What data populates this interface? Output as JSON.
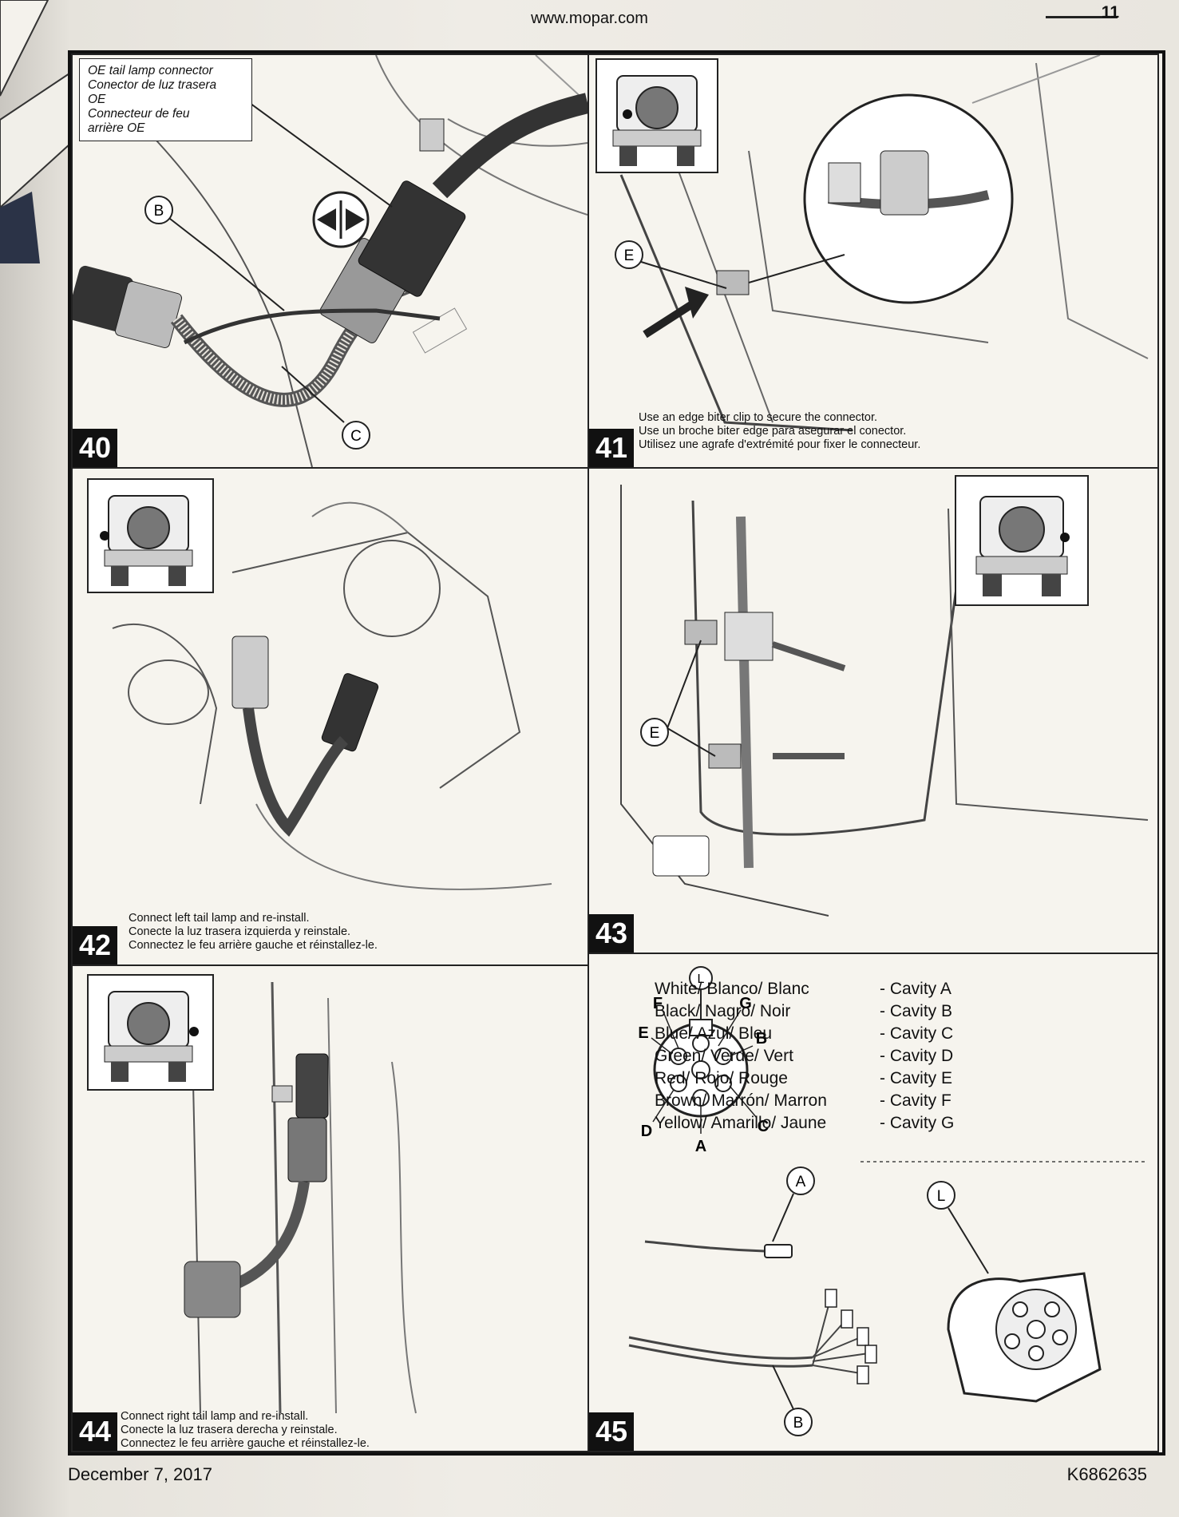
{
  "header": {
    "site": "www.mopar.com",
    "page_number": "11"
  },
  "steps": [
    {
      "number": "40",
      "callouts": [
        "B",
        "C"
      ],
      "connector_label": [
        "OE tail lamp connector",
        "Conector de luz trasera",
        "OE",
        "Connecteur de feu",
        "arrière OE"
      ]
    },
    {
      "number": "41",
      "callouts": [
        "E"
      ],
      "caption": [
        "Use an edge biter clip to secure the connector.",
        "Use un broche biter edge para asegurar el conector.",
        "Utilisez une agrafe d'extrémité pour fixer le connecteur."
      ]
    },
    {
      "number": "42",
      "caption": [
        "Connect left tail lamp and re-install.",
        "Conecte la luz trasera izquierda y reinstale.",
        "Connectez le feu arrière gauche et réinstallez-le."
      ]
    },
    {
      "number": "43",
      "callouts": [
        "E"
      ]
    },
    {
      "number": "44",
      "caption": [
        "Connect right tail lamp and re-install.",
        "Conecte la luz trasera derecha y reinstale.",
        "Connectez le feu arrière gauche et réinstallez-le."
      ]
    },
    {
      "number": "45",
      "callouts": [
        "A",
        "B",
        "L"
      ]
    }
  ],
  "cavity_diagram": {
    "letters": [
      "L",
      "F",
      "G",
      "E",
      "B",
      "D",
      "C",
      "A"
    ]
  },
  "wire_legend": [
    {
      "color": "White/ Blanco/ Blanc",
      "cavity": "- Cavity A"
    },
    {
      "color": "Black/ Nagro/ Noir",
      "cavity": "- Cavity B"
    },
    {
      "color": "Blue/ Azul/ Bleu",
      "cavity": "- Cavity C"
    },
    {
      "color": "Green/ Verde/ Vert",
      "cavity": "- Cavity D"
    },
    {
      "color": "Red/ Rojo/ Rouge",
      "cavity": "- Cavity E"
    },
    {
      "color": "Brown/ Marrón/ Marron",
      "cavity": "- Cavity F"
    },
    {
      "color": "Yellow/ Amarillo/ Jaune",
      "cavity": "- Cavity G"
    }
  ],
  "footer": {
    "date": "December 7, 2017",
    "doc_id": "K6862635"
  }
}
